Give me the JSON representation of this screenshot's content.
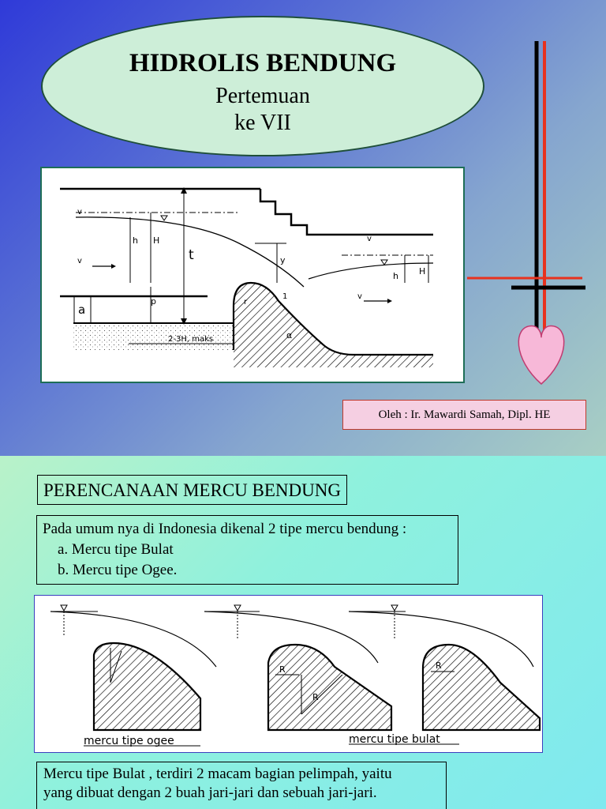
{
  "slide1": {
    "title": "HIDROLIS BENDUNG",
    "subtitle_line1": "Pertemuan",
    "subtitle_line2": "ke VII",
    "author": "Oleh  :  Ir. Mawardi  Samah, Dipl. HE",
    "diagram_labels": {
      "v1sq": "v",
      "v2sq": "v",
      "h1": "h",
      "H1": "H",
      "t": "t",
      "y": "y",
      "h2": "h",
      "H2": "H",
      "v1": "v",
      "v2": "v",
      "p": "p",
      "r": "r",
      "a": "a",
      "slope": "1",
      "alpha": "α",
      "base": "2-3H, maks"
    }
  },
  "slide2": {
    "heading": "PERENCANAAN MERCU BENDUNG",
    "intro_line1": "Pada umum nya di Indonesia dikenal 2 tipe mercu bendung :",
    "intro_item_a": "a. Mercu tipe Bulat",
    "intro_item_b": "b. Mercu tipe Ogee.",
    "caption_ogee": "mercu  tipe  ogee",
    "caption_bulat": "mercu  tipe  bulat",
    "label_R1": "R",
    "label_R2": "R",
    "label_R": "R",
    "desc_line1": "Mercu tipe Bulat , terdiri 2  macam bagian pelimpah, yaitu",
    "desc_line2": "yang dibuat dengan 2 buah jari-jari dan sebuah jari-jari."
  },
  "colors": {
    "ellipse_fill": "#cdeed8",
    "author_fill": "#f5cfe2",
    "red_line": "#e8321e",
    "heart": "#f7b8d8"
  }
}
